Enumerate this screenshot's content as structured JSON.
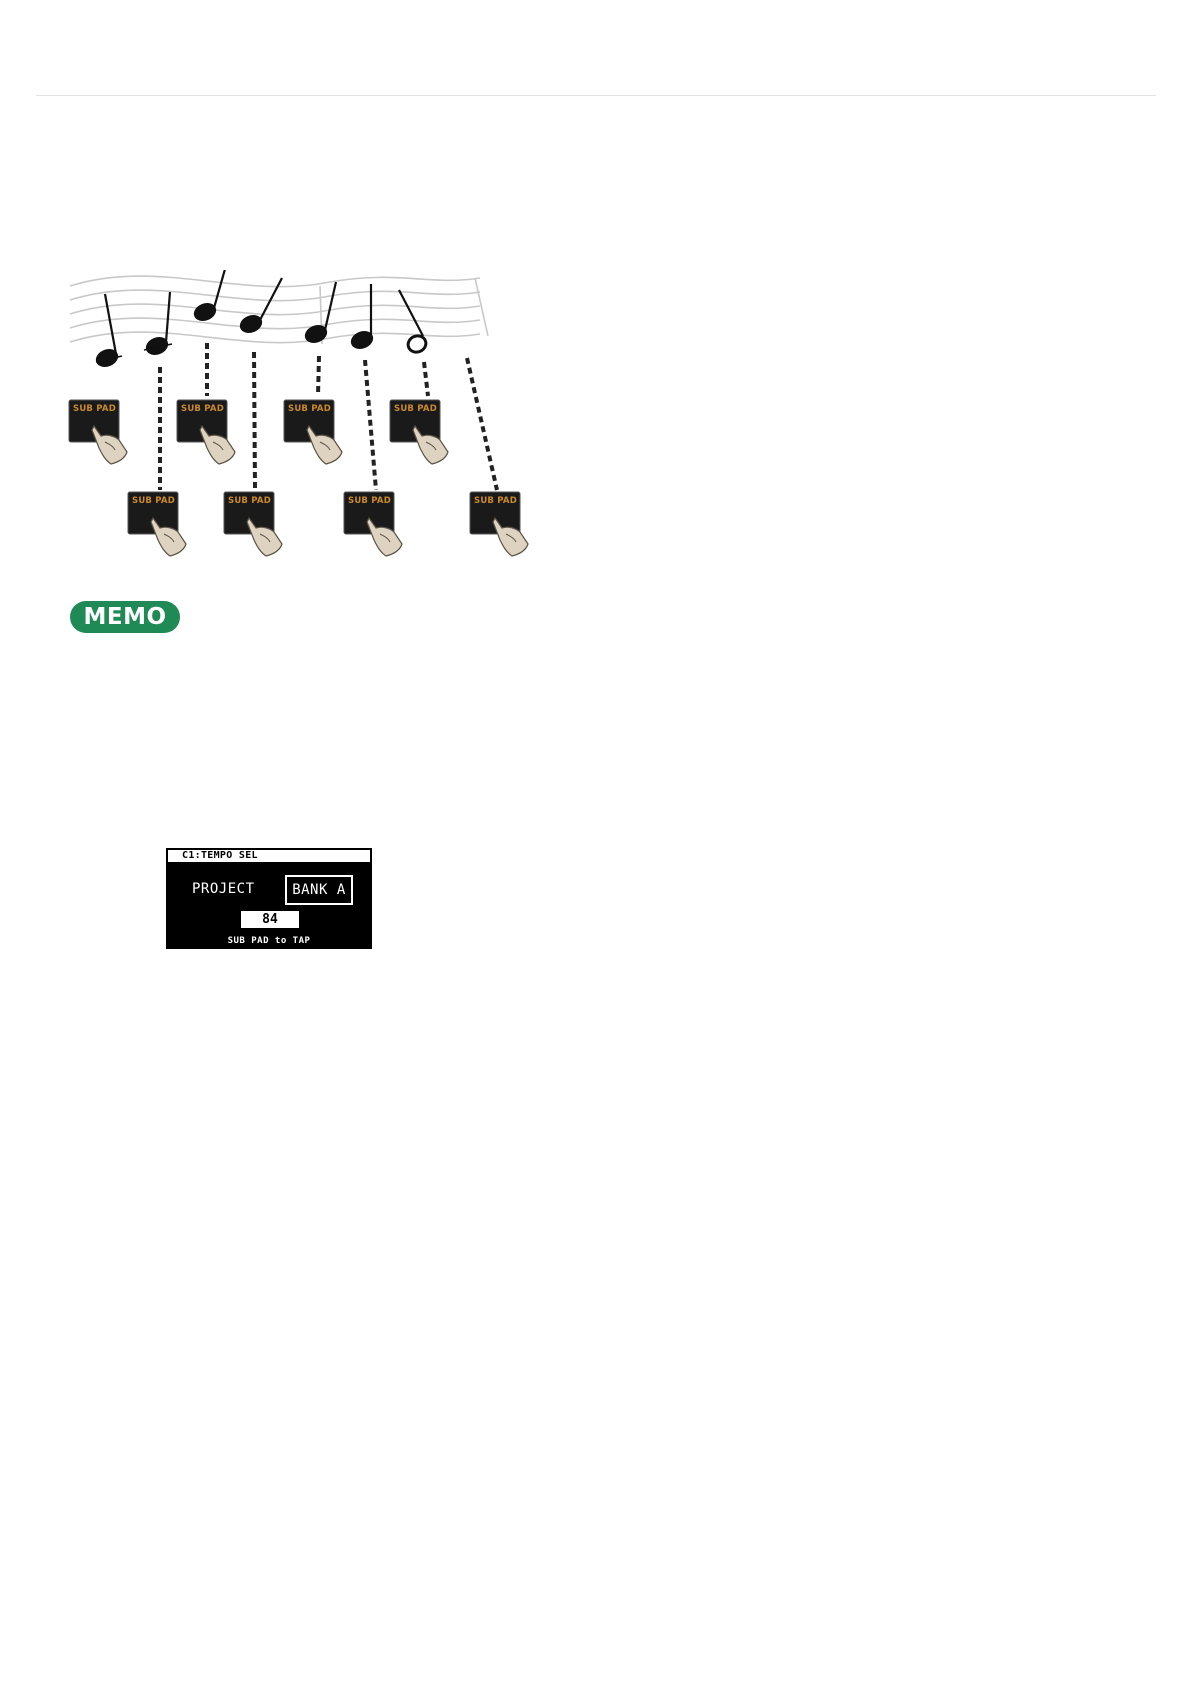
{
  "illustration": {
    "pad_label": "SUB PAD"
  },
  "memo": {
    "badge_label": "MEMO",
    "color": "#1f8a55"
  },
  "lcd": {
    "title": "C1:TEMPO SEL",
    "source_label": "PROJECT",
    "bank_label": "BANK A",
    "tempo_value": "84",
    "hint": "SUB PAD to TAP"
  }
}
